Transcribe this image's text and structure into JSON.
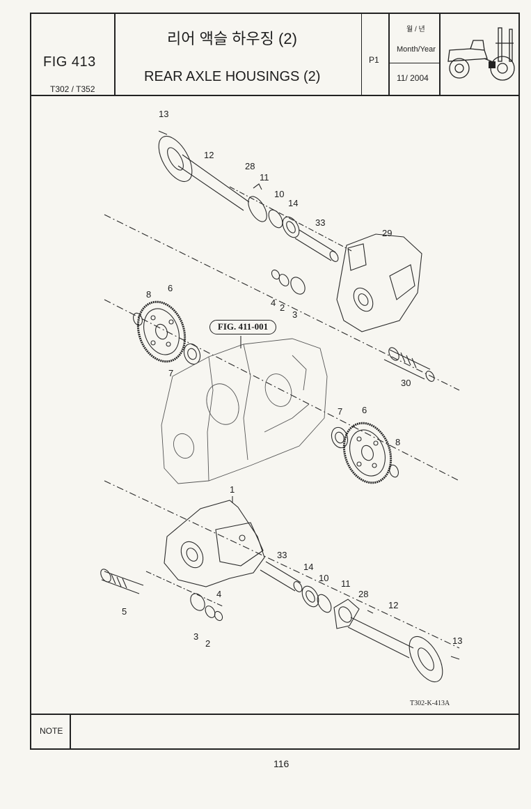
{
  "header": {
    "figure_number": "FIG 413",
    "models": "T302 / T352",
    "title_korean": "리어 액슬 하우징 (2)",
    "title_english": "REAR AXLE HOUSINGS (2)",
    "page_code": "P1",
    "date_label_korean": "월 / 년",
    "date_label_english": "Month/Year",
    "date_value": "11/ 2004",
    "thumbnail_icon": "tractor-icon"
  },
  "diagram": {
    "reference_figure": "FIG. 411-001",
    "drawing_code": "T302-K-413A",
    "upper_callouts": {
      "p13": "13",
      "p12": "12",
      "p28": "28",
      "p11": "11",
      "p10": "10",
      "p14": "14",
      "p33": "33",
      "p29": "29",
      "p4": "4",
      "p2": "2",
      "p3": "3",
      "p8": "8",
      "p6": "6",
      "p7": "7",
      "p30": "30"
    },
    "middle_callouts": {
      "p7": "7",
      "p6": "6",
      "p8": "8"
    },
    "lower_callouts": {
      "p1": "1",
      "p33": "33",
      "p14": "14",
      "p10": "10",
      "p11": "11",
      "p28": "28",
      "p12": "12",
      "p4": "4",
      "p5": "5",
      "p3": "3",
      "p2": "2",
      "p13": "13"
    }
  },
  "footer": {
    "note_label": "NOTE",
    "note_text": "",
    "page_number": "116"
  }
}
